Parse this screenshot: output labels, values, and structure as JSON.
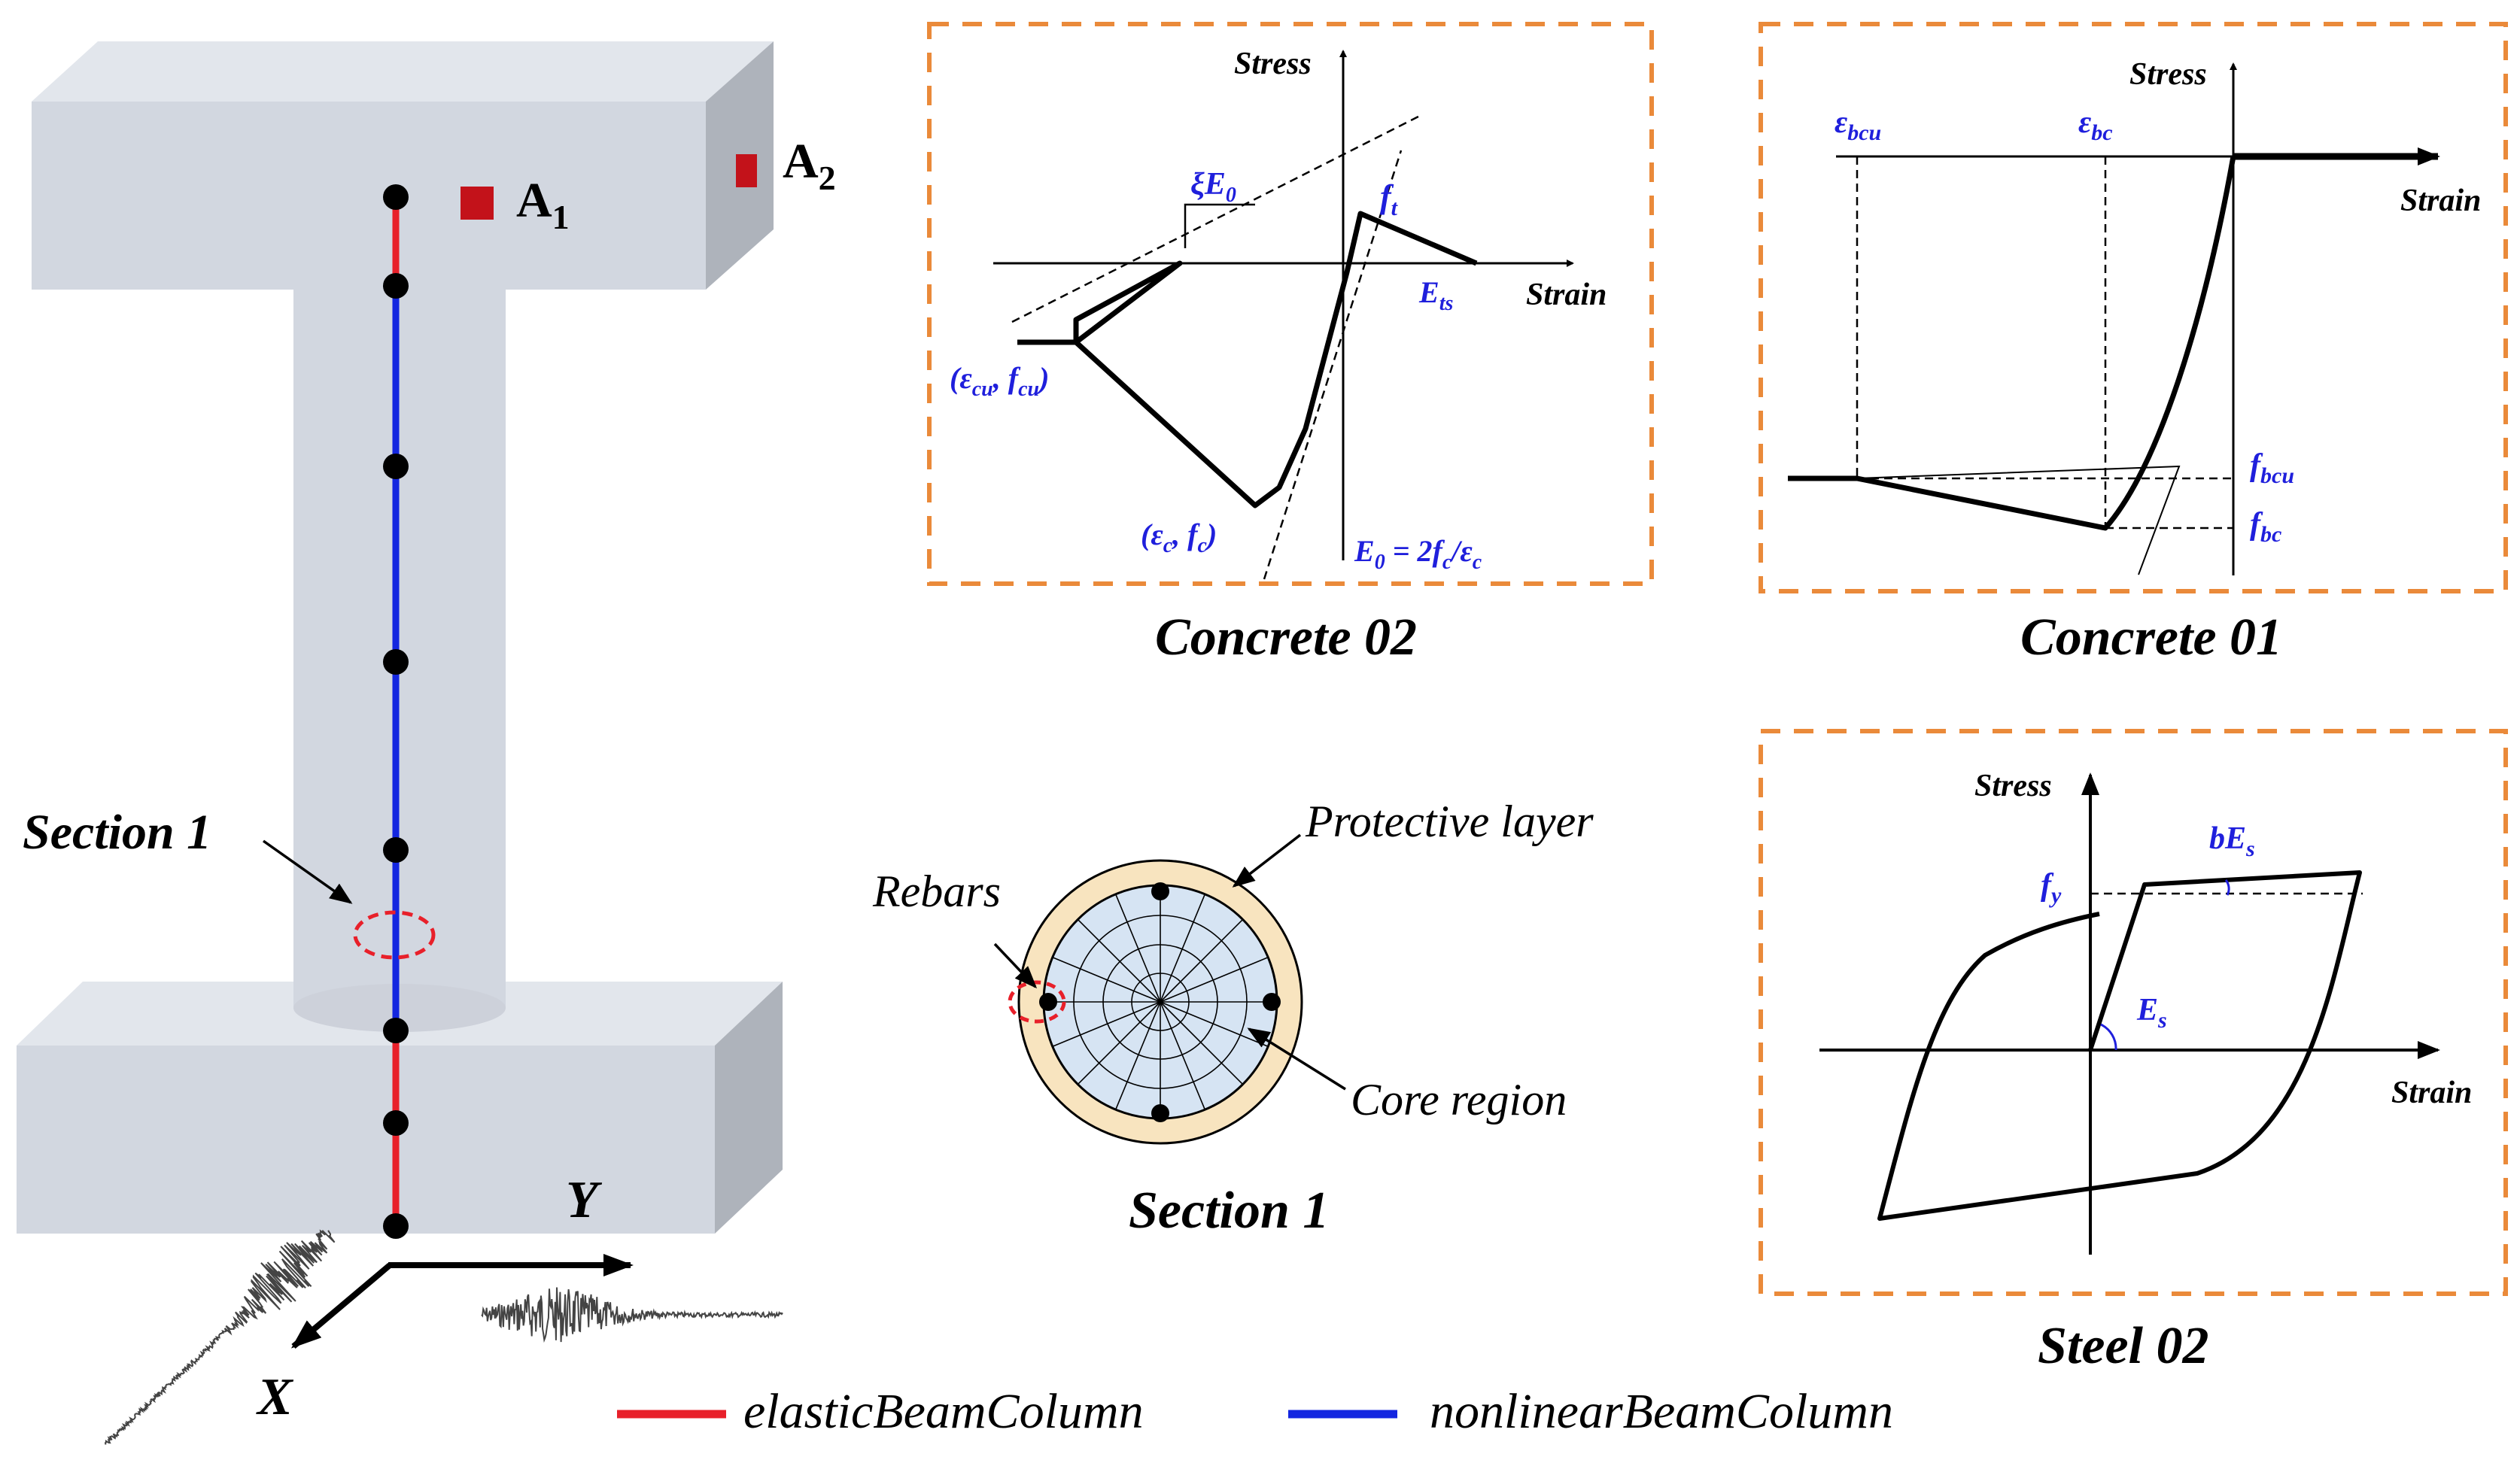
{
  "colors": {
    "elastic": "#e8202a",
    "nonlinear": "#1326e0",
    "frame_border": "#ea8a3a",
    "symbol_blue": "#1f1fdc",
    "pier_face": "#d2d7e0",
    "pier_side": "#aeb3bb",
    "pier_top": "#e2e6ec",
    "marker_red": "#c3121a",
    "cover_layer": "#f8e4bf",
    "core_region": "#d6e4f3"
  },
  "left_model": {
    "marker_a1": {
      "base": "A",
      "sub": "1"
    },
    "marker_a2": {
      "base": "A",
      "sub": "2"
    },
    "section_label": "Section 1",
    "axis_x": "X",
    "axis_y": "Y"
  },
  "legend": {
    "elastic": "elasticBeamColumn",
    "nonlinear": "nonlinearBeamColumn"
  },
  "concrete02": {
    "caption": "Concrete 02",
    "stress": "Stress",
    "strain": "Strain",
    "xi_e0": "ξE",
    "xi_e0_sub": "0",
    "ft": "f",
    "ft_sub": "t",
    "ets": "E",
    "ets_sub": "ts",
    "ecu_fcu": "(ε",
    "ecu_sub": "cu",
    "ecu_mid": ", f",
    "fcu_sub": "cu",
    "ecu_close": ")",
    "ec_fc": "(ε",
    "ec_sub": "c",
    "ec_mid": ", f",
    "fc_sub": "c",
    "ec_close": ")",
    "e0_formula": "E",
    "e0_sub": "0",
    "e0_rhs": " = 2f",
    "e0_rhs_sub": "c",
    "e0_rhs_div": "/ε",
    "e0_rhs_sub2": "c"
  },
  "concrete01": {
    "caption": "Concrete 01",
    "stress": "Stress",
    "strain": "Strain",
    "ebcu": "ε",
    "ebcu_sub": "bcu",
    "ebc": "ε",
    "ebc_sub": "bc",
    "fbcu": "f",
    "fbcu_sub": "bcu",
    "fbc": "f",
    "fbc_sub": "bc"
  },
  "section": {
    "caption": "Section 1",
    "protective_layer": "Protective layer",
    "rebars": "Rebars",
    "core_region": "Core region"
  },
  "steel02": {
    "caption": "Steel 02",
    "stress": "Stress",
    "strain": "Strain",
    "fy": "f",
    "fy_sub": "y",
    "bes": "bE",
    "bes_sub": "s",
    "es": "E",
    "es_sub": "s"
  }
}
